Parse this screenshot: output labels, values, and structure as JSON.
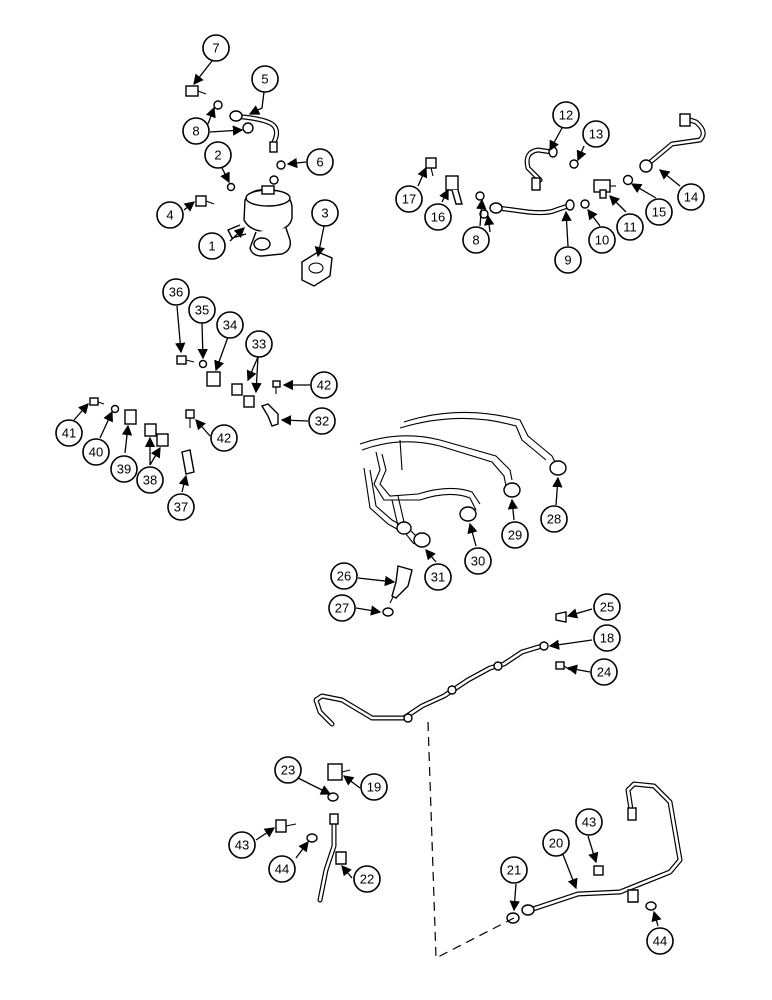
{
  "callouts": [
    "1",
    "2",
    "3",
    "4",
    "5",
    "6",
    "7",
    "8",
    "8",
    "9",
    "10",
    "11",
    "12",
    "13",
    "14",
    "15",
    "16",
    "17",
    "18",
    "19",
    "20",
    "21",
    "22",
    "23",
    "24",
    "25",
    "26",
    "27",
    "28",
    "29",
    "30",
    "31",
    "32",
    "33",
    "34",
    "35",
    "36",
    "37",
    "38",
    "39",
    "40",
    "41",
    "42",
    "42",
    "43",
    "43",
    "44",
    "44"
  ]
}
